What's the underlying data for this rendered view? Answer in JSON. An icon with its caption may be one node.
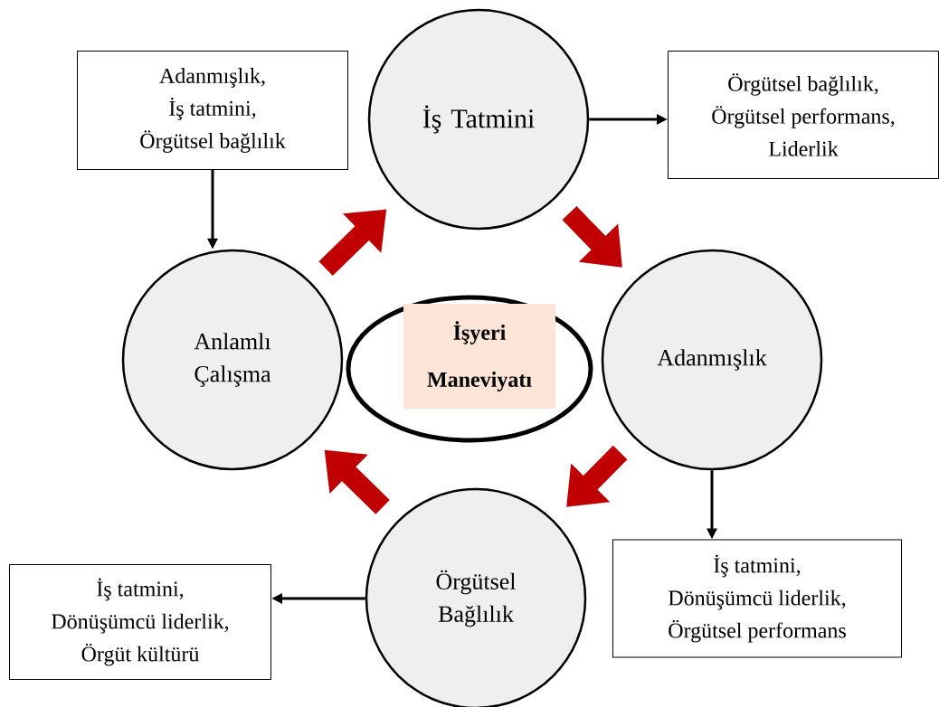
{
  "diagram": {
    "nodes": [
      {
        "text": [],
        "shape": "ellipse"
      },
      {
        "text": [
          "İşyeri Maneviyatı"
        ],
        "in": 0
      },
      {
        "text": [
          "İş Tatmini"
        ]
      },
      {
        "text": [
          "Adanmışlık"
        ]
      },
      {
        "text": [
          "Örgütsel Bağlılık"
        ]
      },
      {
        "text": [
          "Anlamlı Çalışma"
        ]
      },
      {
        "text": [
          "Adanmışlık,",
          "İş tatmini,",
          "Örgütsel bağlılık"
        ]
      },
      {
        "text": [
          "Örgütsel bağlılık,",
          "Örgütsel performans,",
          "Liderlik"
        ]
      },
      {
        "text": [
          "İş tatmini,",
          "Dönüşümcü liderlik,",
          "Örgütsel performans"
        ]
      },
      {
        "text": [
          "İş tatmini,",
          "Dönüşümcü liderlik,",
          "Örgüt kültürü"
        ]
      }
    ],
    "edges": [
      {
        "from": 6,
        "to": 5,
        "arrow": "to"
      },
      {
        "from": 2,
        "to": 7,
        "arrow": "to"
      },
      {
        "from": 3,
        "to": 8,
        "arrow": "to"
      },
      {
        "from": 4,
        "to": 9,
        "arrow": "to"
      },
      {
        "from": 5,
        "to": 2,
        "arrow": "to",
        "style": "thick",
        "color": "#c00000"
      },
      {
        "from": 2,
        "to": 3,
        "arrow": "to",
        "style": "thick",
        "color": "#c00000"
      },
      {
        "from": 3,
        "to": 4,
        "arrow": "to",
        "style": "thick",
        "color": "#c00000"
      },
      {
        "from": 4,
        "to": 5,
        "arrow": "to",
        "style": "thick",
        "color": "#c00000"
      }
    ]
  }
}
